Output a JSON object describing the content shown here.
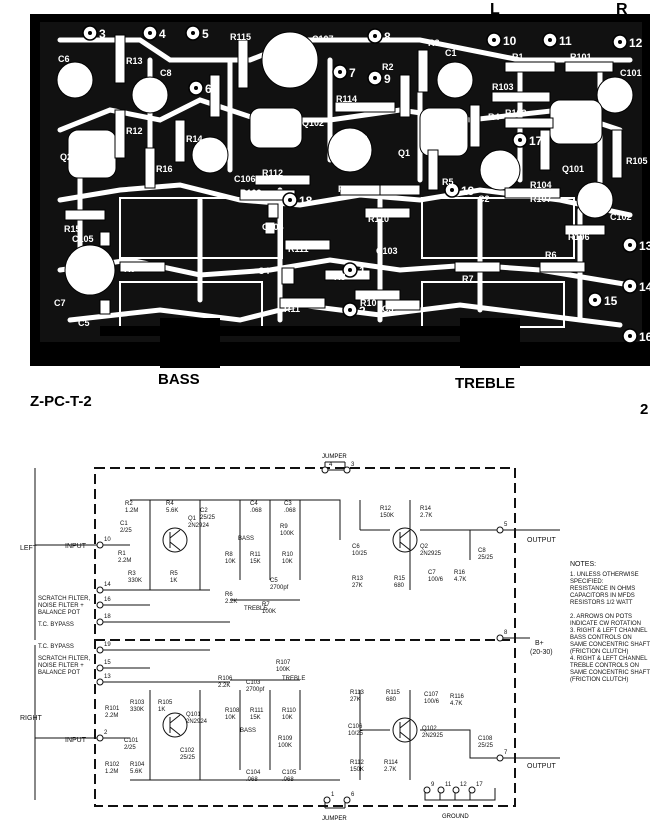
{
  "header": {
    "left_mark": "L",
    "right_mark": "R"
  },
  "board": {
    "code": "Z-PC-T-2",
    "page": "2",
    "knob_left": "BASS",
    "knob_right": "TREBLE",
    "pad_numbers": [
      "1",
      "2",
      "3",
      "4",
      "5",
      "6",
      "7",
      "8",
      "9",
      "10",
      "11",
      "12",
      "13",
      "14",
      "15",
      "16",
      "17",
      "18",
      "19"
    ],
    "components": [
      "R1",
      "R2",
      "R3",
      "R4",
      "R5",
      "R6",
      "R7",
      "R8",
      "R9",
      "R10",
      "R11",
      "R12",
      "R13",
      "R14",
      "R15",
      "R16",
      "R101",
      "R102",
      "R103",
      "R104",
      "R105",
      "R106",
      "R107",
      "R108",
      "R109",
      "R110",
      "R111",
      "R112",
      "R114",
      "R115",
      "R116",
      "C1",
      "C2",
      "C3",
      "C4",
      "C5",
      "C6",
      "C7",
      "C8",
      "C101",
      "C102",
      "C103",
      "C104",
      "C105",
      "C106",
      "C107",
      "C108",
      "Q1",
      "Q2",
      "Q101",
      "Q102"
    ]
  },
  "schematic": {
    "jumper_top": "JUMPER",
    "jumper_bottom": "JUMPER",
    "ground": "GROUND",
    "left_label": "LEFT",
    "right_label": "RIGHT",
    "input_label": "INPUT",
    "output_label": "OUTPUT",
    "b_plus": "B+",
    "b_plus_range": "(20-30)",
    "scratch_filter": [
      "SCRATCH FILTER,",
      "NOISE FILTER +",
      "BALANCE POT"
    ],
    "tc_bypass": "T.C. BYPASS",
    "bass": "BASS",
    "treble": "TREBLE",
    "notes_title": "NOTES:",
    "notes": [
      "1. UNLESS OTHERWISE",
      "SPECIFIED:",
      "RESISTANCE IN OHMS",
      "CAPACITORS IN MFDS",
      "RESISTORS 1/2 WATT",
      "",
      "2. ARROWS ON POTS",
      "INDICATE CW ROTATION",
      "3. RIGHT & LEFT CHANNEL",
      "BASS CONTROLS ON",
      "SAME CONCENTRIC SHAFT",
      "(FRICTION CLUTCH)",
      "4. RIGHT & LEFT CHANNEL",
      "TREBLE CONTROLS ON",
      "SAME CONCENTRIC SHAFT",
      "(FRICTION CLUTCH)"
    ],
    "top_parts": [
      {
        "ref": "R2",
        "val": "1.2M"
      },
      {
        "ref": "R4",
        "val": "5.6K"
      },
      {
        "ref": "C2",
        "val": "25/25"
      },
      {
        "ref": "C1",
        "val": "2/25"
      },
      {
        "ref": "R1",
        "val": "2.2M"
      },
      {
        "ref": "R3",
        "val": "330K"
      },
      {
        "ref": "R5",
        "val": "1K"
      },
      {
        "ref": "Q1",
        "val": "2N2924"
      },
      {
        "ref": "C4",
        "val": ".068"
      },
      {
        "ref": "C3",
        "val": ".068"
      },
      {
        "ref": "R9",
        "val": "100K"
      },
      {
        "ref": "R8",
        "val": "10K"
      },
      {
        "ref": "R11",
        "val": "15K"
      },
      {
        "ref": "R10",
        "val": "10K"
      },
      {
        "ref": "C5",
        "val": "2700pf"
      },
      {
        "ref": "R6",
        "val": "2.2K"
      },
      {
        "ref": "R7",
        "val": "100K"
      },
      {
        "ref": "R12",
        "val": "150K"
      },
      {
        "ref": "R14",
        "val": "2.7K"
      },
      {
        "ref": "C6",
        "val": "10/25"
      },
      {
        "ref": "Q2",
        "val": "2N2925"
      },
      {
        "ref": "R13",
        "val": "27K"
      },
      {
        "ref": "R15",
        "val": "680"
      },
      {
        "ref": "C7",
        "val": "100/6"
      },
      {
        "ref": "R16",
        "val": "4.7K"
      },
      {
        "ref": "C8",
        "val": "25/25"
      }
    ],
    "bottom_parts": [
      {
        "ref": "R101",
        "val": "2.2M"
      },
      {
        "ref": "R103",
        "val": "330K"
      },
      {
        "ref": "R105",
        "val": "1K"
      },
      {
        "ref": "Q101",
        "val": "2N2924"
      },
      {
        "ref": "C101",
        "val": "2/25"
      },
      {
        "ref": "R102",
        "val": "1.2M"
      },
      {
        "ref": "R104",
        "val": "5.6K"
      },
      {
        "ref": "C102",
        "val": "25/25"
      },
      {
        "ref": "R106",
        "val": "2.2K"
      },
      {
        "ref": "R108",
        "val": "10K"
      },
      {
        "ref": "R111",
        "val": "15K"
      },
      {
        "ref": "R110",
        "val": "10K"
      },
      {
        "ref": "R107",
        "val": "100K"
      },
      {
        "ref": "C103",
        "val": "2700pf"
      },
      {
        "ref": "R109",
        "val": "100K"
      },
      {
        "ref": "C104",
        "val": ".068"
      },
      {
        "ref": "C105",
        "val": ".068"
      },
      {
        "ref": "R113",
        "val": "27K"
      },
      {
        "ref": "R115",
        "val": "680"
      },
      {
        "ref": "C107",
        "val": "100/6"
      },
      {
        "ref": "R116",
        "val": "4.7K"
      },
      {
        "ref": "C106",
        "val": "10/25"
      },
      {
        "ref": "R112",
        "val": "150K"
      },
      {
        "ref": "R114",
        "val": "2.7K"
      },
      {
        "ref": "Q102",
        "val": "2N2925"
      },
      {
        "ref": "C108",
        "val": "25/25"
      }
    ],
    "terminals": [
      "1",
      "2",
      "3",
      "4",
      "5",
      "6",
      "7",
      "8",
      "9",
      "10",
      "11",
      "12",
      "13",
      "14",
      "15",
      "16",
      "17",
      "18",
      "19"
    ]
  }
}
